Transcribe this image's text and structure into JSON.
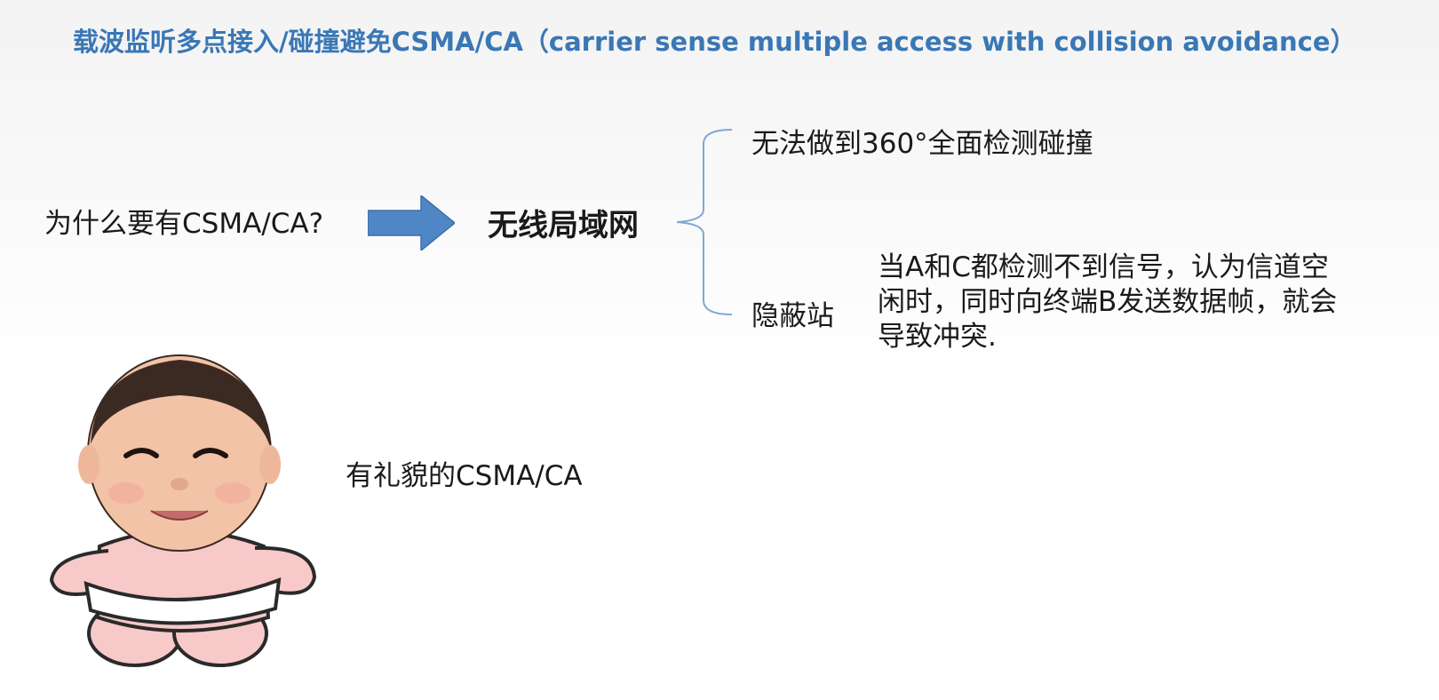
{
  "slide": {
    "title": "载波监听多点接入/碰撞避免CSMA/CA（carrier sense multiple access with collision avoidance）",
    "question": "为什么要有CSMA/CA?",
    "center_term": "无线局域网",
    "branches": [
      {
        "text": "无法做到360°全面检测碰撞"
      },
      {
        "label": "隐蔽站",
        "description": "当A和C都检测不到信号，认为信道空闲时，同时向终端B发送数据帧，就会导致冲突."
      }
    ],
    "caption": "有礼貌的CSMA/CA"
  },
  "colors": {
    "title": "#3a77b5",
    "arrow": "#4f86c6",
    "brace": "#7fa8d6",
    "text": "#1a1a1a"
  },
  "icons": [
    "right-arrow-icon",
    "curly-brace-icon",
    "baby-illustration"
  ]
}
